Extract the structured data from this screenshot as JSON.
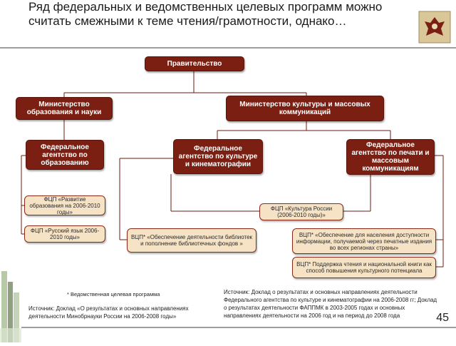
{
  "title": "Ряд федеральных и ведомственных целевых программ можно считать смежными к теме чтения/грамотности, однако…",
  "colors": {
    "box_fill": "#7a1f12",
    "program_fill": "#f6e3c6",
    "program_border": "#8a2a16",
    "connector": "#8a2a16"
  },
  "icons": {
    "logo": "eagle-emblem-icon",
    "decoration": "books-icon"
  },
  "org": {
    "government": "Правительство",
    "ministry_education": "Министерство образования и науки",
    "ministry_culture": "Министерство культуры и массовых коммуникаций",
    "agency_education": "Федеральное агентство по образованию",
    "agency_culture": "Федеральное агентство по культуре и кинематографии",
    "agency_press": "Федеральное агентство по печати и массовым коммуникациям"
  },
  "programs": {
    "fcp_education": "ФЦП «Развитие образования на 2006-2010 годы»",
    "fcp_russian": "ФЦП «Русский язык 2006-2010 годы»",
    "vcp_libraries": "ВЦП* «Обеспечение деятельности библиотек и пополнение библиотечных фондов »",
    "fcp_culture": "ФЦП «Культура России (2006-2010 годы)»",
    "vcp_access": "ВЦП* «Обеспечение для населения доступности информации, получаемой через печатные издания во всех регионах страны»",
    "vcp_reading": "ВЦП* Поддержка чтения и национальной книги как способ повышения культурного потенциала"
  },
  "footnote": "* Ведомственная целевая программа",
  "source_left": "Источник: Доклад «О результатах и основных направлениях деятельности Минобрнауки России на 2006-2008 годы»",
  "source_right": "Источник: Доклад о результатах и основных направлениях деятельности Федерального агентства по культуре и кинематографии на 2006-2008 гг; Доклад о результатах деятельности ФАППМК в 2003-2005 годах и основных направлениях деятельности на 2006 год и на период до 2008 года",
  "page_number": "45"
}
